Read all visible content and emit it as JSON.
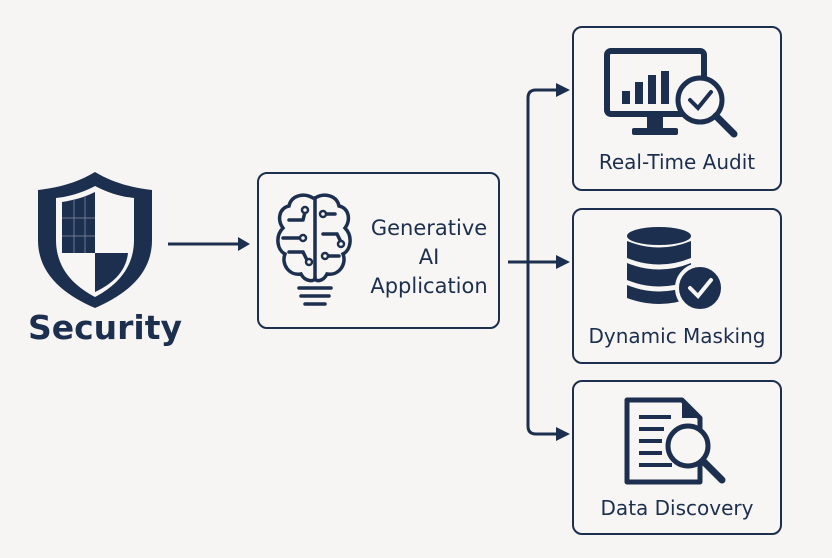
{
  "diagram": {
    "security": {
      "label": "Security",
      "icon": "shield-icon"
    },
    "center": {
      "lines": [
        "Generative",
        "AI",
        "Application"
      ],
      "icon": "brain-icon"
    },
    "outputs": [
      {
        "label": "Real-Time Audit",
        "icon": "monitor-audit-icon"
      },
      {
        "label": "Dynamic Masking",
        "icon": "database-check-icon"
      },
      {
        "label": "Data Discovery",
        "icon": "document-search-icon"
      }
    ],
    "colors": {
      "primary": "#1d2f4e",
      "background": "#f6f5f3"
    }
  }
}
